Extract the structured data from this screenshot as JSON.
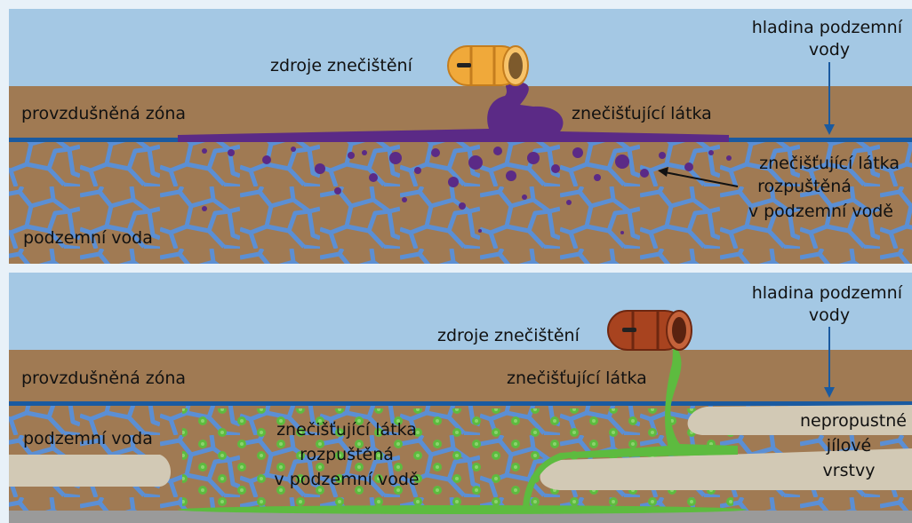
{
  "panels": [
    {
      "id": "top",
      "labels": {
        "source": "zdroje znečištění",
        "water_table": [
          "hladina podzemní",
          "vody"
        ],
        "vadose_zone": "provzdušněná zóna",
        "contaminant": "znečišťující látka",
        "dissolved": [
          "znečišťující látka",
          "rozpuštěná",
          "v podzemní  vodě"
        ],
        "groundwater": "podzemní voda"
      },
      "colors": {
        "barrel": "#f0a93a",
        "contaminant": "#5b2a86"
      }
    },
    {
      "id": "bottom",
      "labels": {
        "source": "zdroje znečištění",
        "water_table": [
          "hladina podzemní",
          "vody"
        ],
        "vadose_zone": "provzdušněná zóna",
        "contaminant": "znečišťující látka",
        "groundwater": "podzemní voda",
        "dissolved": [
          "znečišťující látka",
          "rozpuštěná",
          "v podzemní  vodě"
        ],
        "clay": [
          "nepropustné",
          "jílové",
          "vrstvy"
        ]
      },
      "colors": {
        "barrel": "#a8431f",
        "contaminant": "#5dbb3f"
      }
    }
  ],
  "colors": {
    "sky": "#a4c8e4",
    "soil": "#a07a53",
    "water_table_line": "#1a5aa0",
    "pores": "#5b8fd4",
    "clay": "#d2c9b5",
    "bedrock": "#9a9a9a"
  }
}
